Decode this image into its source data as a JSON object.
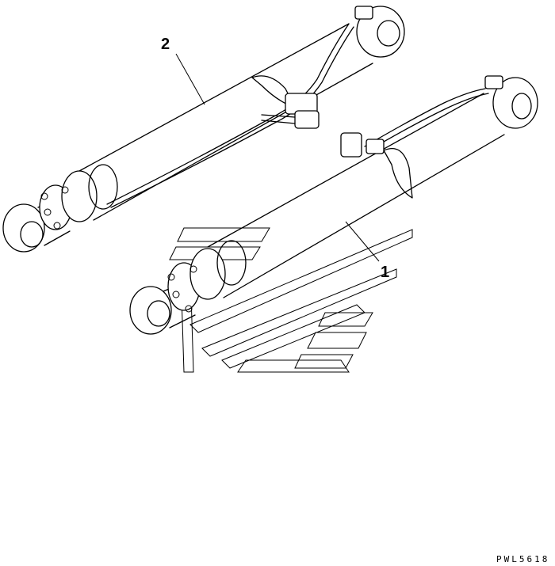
{
  "diagram": {
    "callouts": [
      {
        "id": "1",
        "label": "1"
      },
      {
        "id": "2",
        "label": "2"
      }
    ],
    "drawing_code": "PWL5618"
  }
}
